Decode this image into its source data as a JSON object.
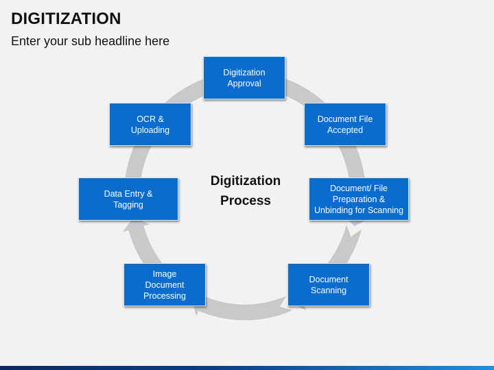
{
  "header": {
    "title": "DIGITIZATION",
    "subtitle": "Enter your sub headline here"
  },
  "diagram": {
    "center_label": "Digitization\nProcess",
    "steps": [
      "Digitization\nApproval",
      "Document File\nAccepted",
      "Document/ File\nPreparation &\nUnbinding for Scanning",
      "Document\nScanning",
      "Image\nDocument\nProcessing",
      "Data Entry  &\nTagging",
      "OCR &\nUploading"
    ]
  },
  "colors": {
    "box_fill": "#0a6ccc",
    "ring": "#c7c9cb",
    "footer": "#0b3f86"
  }
}
